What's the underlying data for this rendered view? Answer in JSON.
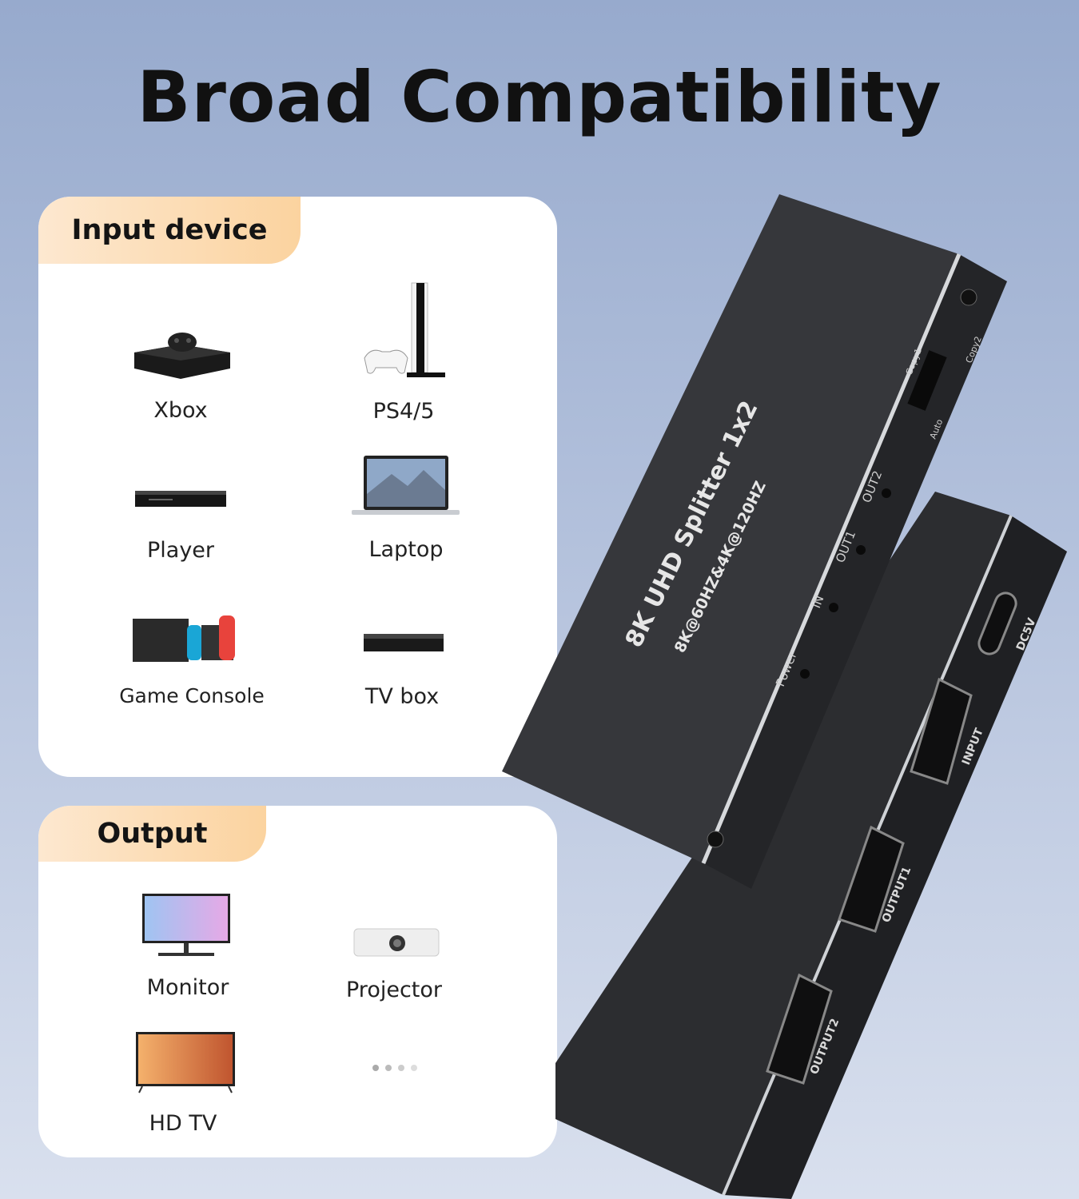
{
  "title": "Broad Compatibility",
  "input_section": {
    "heading": "Input device",
    "items": [
      {
        "label": "Xbox",
        "icon": "xbox-console-icon"
      },
      {
        "label": "PS4/5",
        "icon": "playstation-console-icon"
      },
      {
        "label": "Player",
        "icon": "blu-ray-player-icon"
      },
      {
        "label": "Laptop",
        "icon": "laptop-icon"
      },
      {
        "label": "Game Console",
        "icon": "switch-console-icon"
      },
      {
        "label": "TV box",
        "icon": "tv-box-icon"
      }
    ]
  },
  "output_section": {
    "heading": "Output",
    "items": [
      {
        "label": "Monitor",
        "icon": "monitor-icon"
      },
      {
        "label": "Projector",
        "icon": "projector-icon"
      },
      {
        "label": "HD TV",
        "icon": "tv-icon"
      }
    ],
    "more": "more-dots-icon"
  },
  "device": {
    "model": "8K UHD Splitter 1x2",
    "spec": "8K@60HZ&4K@120HZ",
    "leds": [
      "Power",
      "IN",
      "OUT1",
      "OUT2"
    ],
    "switch_labels": [
      "Copy1",
      "Copy2",
      "Auto"
    ],
    "ports": [
      "DC5V",
      "INPUT",
      "OUTPUT1",
      "OUTPUT2"
    ]
  },
  "colors": {
    "tag_start": "#fde8d0",
    "tag_end": "#fbd39f",
    "device": "#2b2c2f"
  }
}
